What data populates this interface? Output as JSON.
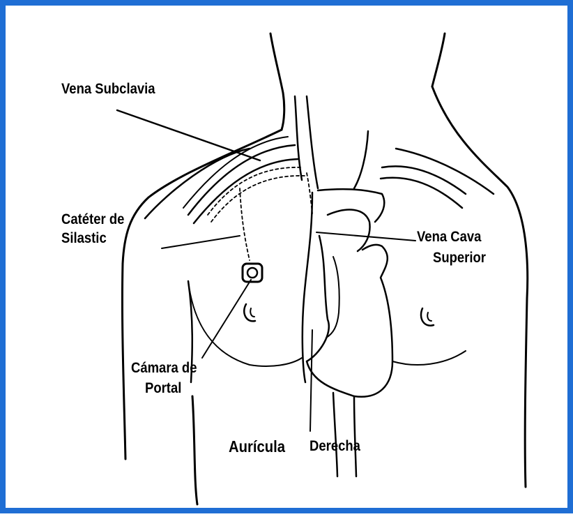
{
  "labels": {
    "vena_subclavia": "Vena Subclavia",
    "cateter_line1": "Catéter de",
    "cateter_line2": "Silastic",
    "vena_cava_line1": "Vena Cava",
    "vena_cava_line2": "Superior",
    "camara_line1": "Cámara de",
    "camara_line2": "Portal",
    "auricula": "Aurícula",
    "derecha": "Derecha"
  },
  "colors": {
    "frame_border": "#1f6ed4",
    "line_art": "#000000",
    "background": "#ffffff"
  }
}
